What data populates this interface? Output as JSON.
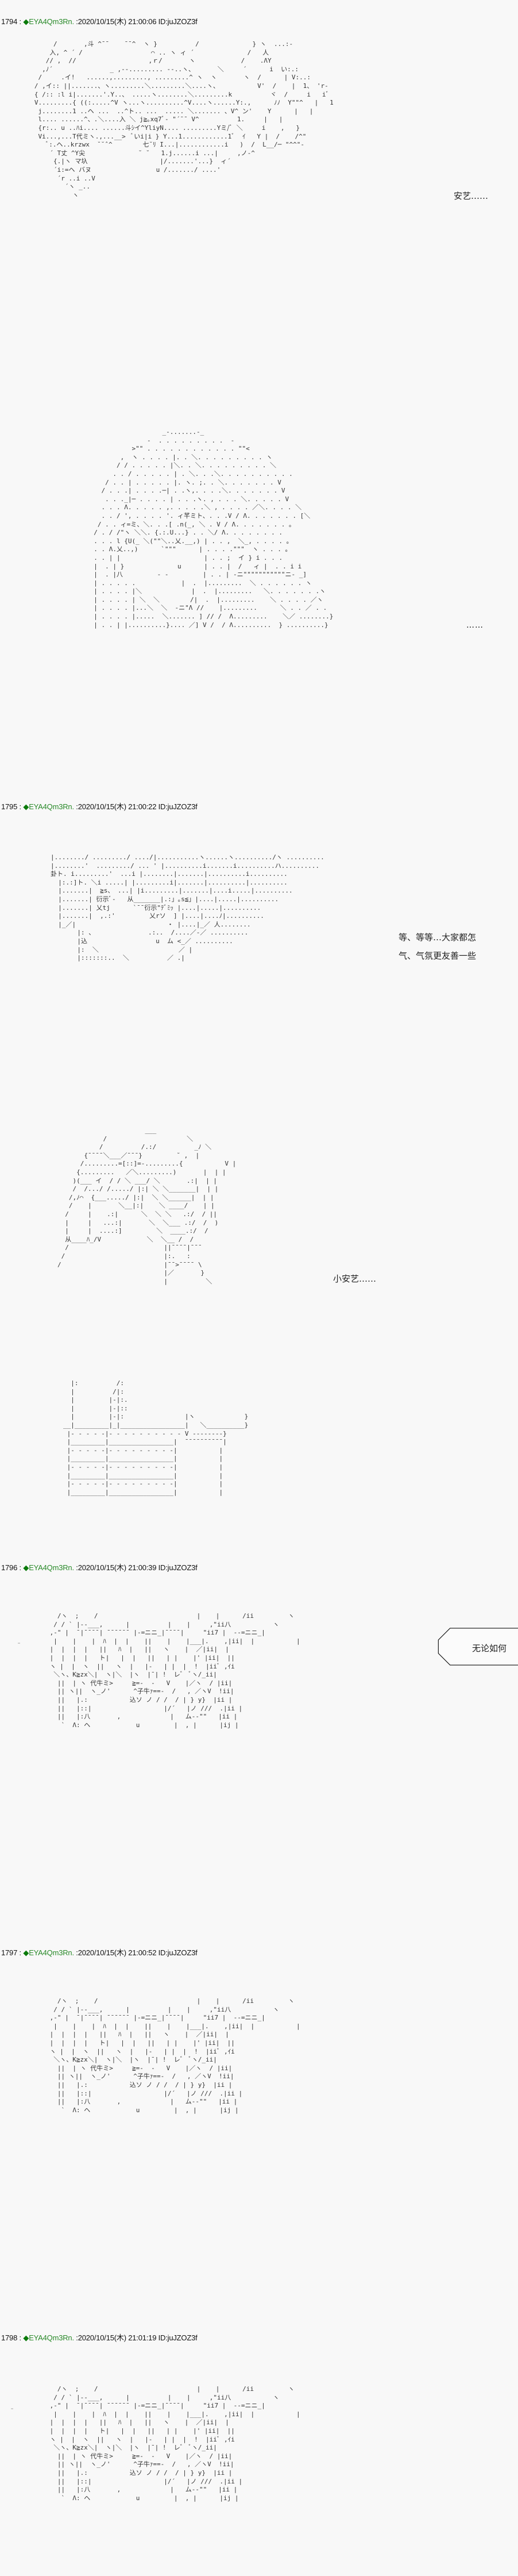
{
  "posts": [
    {
      "number": "1794",
      "separator": " : ",
      "trip_mark": "◆",
      "trip": "EYA4Qm3Rn.",
      "meta": " :2020/10/15(木) 21:00:06 ID:juJZOZ3f",
      "captions": [
        "安艺……",
        "……"
      ]
    },
    {
      "number": "1795",
      "separator": " : ",
      "trip_mark": "◆",
      "trip": "EYA4Qm3Rn.",
      "meta": " :2020/10/15(木) 21:00:22 ID:juJZOZ3f",
      "captions": [
        "等、等等…大家都怎",
        "气、气氛更友善一些",
        "小安艺……"
      ]
    },
    {
      "number": "1796",
      "separator": " : ",
      "trip_mark": "◆",
      "trip": "EYA4Qm3Rn.",
      "meta": " :2020/10/15(木) 21:00:39 ID:juJZOZ3f",
      "bubble_text": "无论如何"
    },
    {
      "number": "1797",
      "separator": " : ",
      "trip_mark": "◆",
      "trip": "EYA4Qm3Rn.",
      "meta": " :2020/10/15(木) 21:00:52 ID:juJZOZ3f"
    },
    {
      "number": "1798",
      "separator": " : ",
      "trip_mark": "◆",
      "trip": "EYA4Qm3Rn.",
      "meta": " :2020/10/15(木) 21:01:19 ID:juJZOZ3f"
    }
  ],
  "art": {
    "p1794_a": "        /       ,斗 ^¯¯    ¯¯^  ヽ }          /              } ヽ  ...:-\n       入, ^ ´ /                  ⌒ .. ヽ ィ ´              /   人\n      // ,  //                   ,ｒ/       ヽ            /    .ΛY\n     ,ﾉ´               _ ,-‐......... ‐‐..ヽ、      ＼     ´      i  い:.:\n    /     .イ!   ......,........., .........^ ヽ  ヽ       ヽ  /      | V:..:\n   / ,イ:: ||.......、ヽ.........＼.........＼....ヽ、          V'  /    |  1、 'r‐\n   { /:: :l i|.......'.Y..、 .....ヽ........＼.........k          ヾ  /     i   iﾞ\n   V.........{ ((:.....^V ヽ...ヽ..........^V....ヽ......Y:.,      ﾉﾉ  Y\"\"^   |   1\n    j........1 ..ヘ ...  ..^ト.. ...  ..... ＼....... 、V^ ン'    Y      |   |\n    l.... ......^、.＼....入 ＼ j≧｡xq7ﾞ‐ \"´¯¯ V^          1.     |   |\n    {r:.. u ..ﾊi.... ......斗ｼイ^YliyN.... .........Yミ/ﾞ ＼     i    ,   }\n    Vi...,...T代ミヽ.,...__>  ﾞいi|i } Y...1............1ﾞ  ｲ   Y |  /    /^\"\n      ﾞ:.ヘ..krzwx  ˘˘ˆ^        七˘ﾘ I...|............i   )  /  L__/─ \"^^\"‐\n       ´ T丈 ^Y尖              ˘ ˘   1.j......i ...|     ,ノ‐^\n        {.|ヽ マ圦                   |/.......'...}  ィ´\n        ´i:=ヘ バヌ                 u /......./ ....'\n         ´r ..i ..V\n           ´ヽ _..\n             ヽ",
    "p1794_b": "                    _-.......-_\n                -  . . . . . . . . .  -\n            >\"\" . . . . . . . . . . . . \"\"<\n         ,  ヽ . . . . |. . ＼. . . . . . . . . ヽ\n        / / . . . . . |＼. . ＼. . . . . . . . . ＼\n       . . / . . . . . | . ＼. . .＼. . . . . . . . . .\n     / . . | . . . . . |. ヽ. ;. . ＼. . . . . . . V\n    / . . .| . . . .─| . .ヽ,. . . .＼. . . . . . . V\n     . . ._|─ . . . . | . . .ヽ. , . . . ＼. . . . . V\n    . . . Λ. . . . . ,. . . . .＼ , . . . . ／＼. . . . ＼\n    . . / ', . . . . '. ィ芊ミト、. . .V / Λ. . . . . . . [＼\n   / . . ィ=ミ、＼. . .[ .n(_, ＼ . V / Λ. . . . . . . ｡\n  / . / /\"ヽ ＼＼. {.:.U...} . . ＼/ Λ. . . . . . . .\n  . . . l {U(_ ＼(\"\"＼..乂.__,) | . . ,  ＼_, . . . . ｡\n  . . Λ.乂..,)      `\"\"\"      | . . . .\"\"\"  ヽ . . . ｡\n  . . | |                      | . . ;  イ } i . . .\n  |  . | }              u      | . . |  /   ィ |  . . i i\n  |  . |八         - -         | . . | -ニ\"\"\"\"\"\"\"\"\"\"\"ニ- _]\n  | . . . . .            |  .  |.........  ＼ . . . . . . ヽ\n  | . . . . |＼             |  .  |.........   ＼. . . . . . .ヽ\n  | . . . . | ＼  ＼        /|  .  |.........    ＼ . . . . ／ヽ\n  | . . . . |...＼  ＼  -ニ\"Λ //    |.........      ＼ . . ／ . .\n  | . . . . |.....  ＼....... ] // /  Λ.........    ＼／ ........}\n  | . . | |..........}.... ／] V /  / Λ..........  } ..........}",
    "p1795_a": "|......../ ........./ ..../|...........ヽ......ヽ........../ヽ ..........\n|........'  ........./ ... ' |..........i.......i..........ハ..........\n卦ト. i.........'  ...i |........|.......|..........i..........\n  |:.:]ト. ＼i .....| |.........i|.......|..........|..........\n  |.......|  ≧s、 ...| |i.........|.......|....i.....|..........\n  |.......| 衍示ﾞ‐   从_______|.:」｡s≦」|....|.....|..........\n  |.......| 乂tj      `¯¯衍示\"ﾃﾞﾐｯ |....|.....|..........\n  |.......|  ,.:'         乂rソ  ] |....|....ﾉ|..........\n  |_／|                        ・ |....|_／ 人........\n       |: 、              .:..  /....／‐／ ..........\n       |込                  u  ム <_／ ..........\n       |:  ＼                     ／ |\n       |:::::::..  ＼          ／ .|",
    "p1795_b": "                       ___\n            /                     ＼\n           /          /.:/          _ﾉ ＼\n       {¯¯¯¯＼___／¯¯¯}         ˘ ,  |\n      /.........=[::]=-.........{           V |\n     {.........   ／＼.........)       |  | |\n    )(___ イ  / / ＼ ___/ ＼       .:|  | |\n    /  /.../ /...../ |:| ＼ ＼_______|  | |\n   /,ﾉ⌒  {___...../ |:|  ＼ ＼______|  | |\n   /    |       ＼__|:|    ＼ ____/    | |\n  /     |    .:|      ＼  ＼ ＼   .:/  / ||\n  |     |   ...:|       ＼  ＼___ .:/  /  )\n  |     |  ....:]         ＼  ____.:/  /\n  从____ﾊ_/V            ＼  ＼__ /  /\n  /                         ||¯¯¯¯|¯¯¯\n /                          |:.   :\n/                           |¯¯>¯¯¯¯ \\\n                            |／       }\n                            |          ＼",
    "p1795_c": "  |:          /:\n  |          /|:\n  |         |‐|:.\n  |         |‐|::\n  |         |‐|:                |ヽ             }\n__|_________|_|_________________|   ＼__________}\n |‐ ‐ ‐ ‐ ‐|‐ ‐ ‐ ‐ ‐ ‐ ‐ ‐ ‐ ‐ V ‐‐‐‐‐‐‐‐}\n |_________|_________________|  ¯¯¯¯¯¯¯¯¯¯|\n |‐ ‐ ‐ ‐ ‐|‐ ‐ ‐ ‐ ‐ ‐ ‐ ‐ ‐|           |\n |_________|_________________|           |\n |‐ ‐ ‐ ‐ ‐|‐ ‐ ‐ ‐ ‐ ‐ ‐ ‐ ‐|           |\n |_________|_________________|           |\n |‐ ‐ ‐ ‐ ‐|‐ ‐ ‐ ‐ ‐ ‐ ‐ ‐ ‐|           |\n |_________|_________________|           |",
    "p1796": "   /ヽ  ;    /                          |    |      /ii         ヽ\n  / / ` |‐-___,      |          |    |     ,\"ii八           ヽ\n ,‐\" |  ¯|¯¯¯¯| ¯¯¯¯¯¯ |‐=ニニ_|¯¯¯¯|     \"ii7 |  ‐‐=ニニ_|\n  |    |    |  ﾊ  |  |    ||    |    |___|.    ,|ii|  |           |\n |  |  |  |   ||   ﾊ  |   ||   ヽ    |  ／|ii|  |\n |  |  |  |   ト|   |  |   ||   | |    |' |ii|  ||\n ヽ |  |  ヽ  ||   ヽ  |   |‐   | |  |  !  |iiﾞ ,ｲi\n  ＼ヽ、K≧zx＼|  ヽ|＼  |ヽ  |¯| !  レﾞ  ﾞヽ/_ii|\n   ||  | ヽ 代牛ミ>     ≧=-  ‐   V    |／ヽ  / |ii|\n   || ヽ||  ヽ_ノ'      ^子牛ｧ==-  /   , ／ヽV  !ii|\n   ||   |.:           込ソ ノ / /  / | } y}  |ii |\n   ||   |::|                   |/´   |ノ ///  .|ii |\n   ||   |:八       ,             |   ム‐-\"\"   |ii |\n    `  Λ: ヘ            u         |  , |      |ij |",
    "p1797": "   /ヽ  ;    /                          |    |      /ii         ヽ\n  / / ` |‐-___,      |          |    |     ,\"ii八           ヽ\n ,‐\" |  ¯|¯¯¯¯| ¯¯¯¯¯¯ |‐=ニニ_|¯¯¯¯|     \"ii7 |  ‐‐=ニニ_|\n  |    |    |  ﾊ  |  |    ||    |    |___|.    ,|ii|  |           |\n |  |  |  |   ||   ﾊ  |   ||   ヽ    |  ／|ii|  |\n |  |  |  |   ト|   |  |   ||   | |    |' |ii|  ||\n ヽ |  |  ヽ  ||   ヽ  |   |‐   | |  |  !  |iiﾞ ,ｲi\n  ＼ヽ、K≧zx＼|  ヽ|＼  |ヽ  |¯| !  レﾞ  ﾞヽ/_ii|\n   ||  | ヽ 代牛ミ>     ≧=-  ‐   V    |／ヽ  / |ii|\n   || ヽ||  ヽ_ノ'      ^子牛ｧ==-  /   , ／ヽV  !ii|\n   ||   |.:           込ソ ノ / /  / | } y}  |ii |\n   ||   |::|                   |/´   |ノ ///  .|ii |\n   ||   |:八       ,             |   ム‐-\"\"   |ii |\n    `  Λ: ヘ            u         |  , |      |ij |",
    "p1798": "   /ヽ  ;    /                          |    |      /ii         ヽ\n  / / ` |‐-___,      |          |    |     ,\"ii八           ヽ\n ,‐\" |  ¯|¯¯¯¯| ¯¯¯¯¯¯ |‐=ニニ_|¯¯¯¯|     \"ii7 |  ‐‐=ニニ_|\n  |    |    |  ﾊ  |  |    ||    |    |___|.    ,|ii|  |           |\n |  |  |  |   ||   ﾊ  |   ||   ヽ    |  ／|ii|  |\n |  |  |  |   ト|   |  |   ||   | |    |' |ii|  ||\n ヽ |  |  ヽ  ||   ヽ  |   |‐   | |  |  !  |iiﾞ ,ｲi\n  ＼ヽ、K≧zx＼|  ヽ|＼  |ヽ  |¯| !  レﾞ  ﾞヽ/_ii|\n   ||  | ヽ 代牛ミ>     ≧=-  ‐   V    |／ヽ  / |ii|\n   || ヽ||  ヽ_ノ'      ^子牛ｧ==-  /   , ／ヽV  !ii|\n   ||   |.:           込ソ ノ / /  / | } y}  |ii |\n   ||   |::|                   |/´   |ノ ///  .|ii |\n   ||   |:八       ,             |   ム‐-\"\"   |ii |\n    `  Λ: ヘ            u         |  , |      |ij |"
  },
  "colors": {
    "background": "#f8f8f8",
    "trip": "#2a8a2a",
    "diamond": "#0a7a0a",
    "text": "#111111"
  }
}
